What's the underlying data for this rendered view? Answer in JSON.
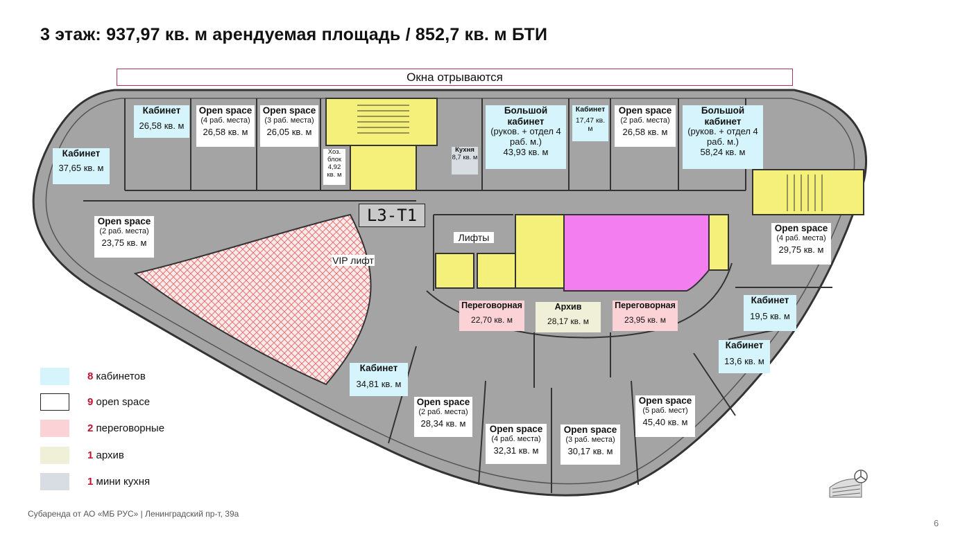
{
  "title": "3 этаж:  937,97 кв. м арендуемая площадь / 852,7 кв. м БТИ",
  "windows_banner": "Окна отрываются",
  "floor_code": "L3-T1",
  "colors": {
    "cabinet": "#d6f4fb",
    "openspace": "#ffffff",
    "meeting": "#fbd3d6",
    "archive": "#f0f0d8",
    "kitchen": "#d8dde4",
    "stairs": "#f4f07a",
    "wc": "#f27ef0",
    "accent": "#c0122e",
    "floor": "#a4a4a4",
    "vip_hatch": "#e57373"
  },
  "rooms": [
    {
      "title": "Кабинет",
      "sub": "",
      "area": "26,58 кв. м"
    },
    {
      "title": "Open space",
      "sub": "(4 раб. места)",
      "area": "26,58 кв. м"
    },
    {
      "title": "Open space",
      "sub": "(3 раб. места)",
      "area": "26,05 кв. м"
    },
    {
      "title": "Большой кабинет",
      "sub": "(руков. + отдел 4 раб. м.)",
      "area": "43,93 кв. м"
    },
    {
      "title": "Кабинет",
      "sub": "",
      "area": "17,47 кв. м"
    },
    {
      "title": "Open space",
      "sub": "(2 раб. места)",
      "area": "26,58 кв. м"
    },
    {
      "title": "Большой кабинет",
      "sub": "(руков. + отдел 4 раб. м.)",
      "area": "58,24 кв. м"
    },
    {
      "title": "Кабинет",
      "sub": "",
      "area": "37,65 кв. м"
    },
    {
      "title": "Open space",
      "sub": "(2 раб. места)",
      "area": "23,75 кв. м"
    },
    {
      "title": "Open space",
      "sub": "(4 раб. места)",
      "area": "29,75 кв. м"
    },
    {
      "title": "Переговорная",
      "sub": "",
      "area": "22,70 кв. м"
    },
    {
      "title": "Архив",
      "sub": "",
      "area": "28,17 кв. м"
    },
    {
      "title": "Переговорная",
      "sub": "",
      "area": "23,95 кв. м"
    },
    {
      "title": "Кабинет",
      "sub": "",
      "area": "19,5 кв. м"
    },
    {
      "title": "Кабинет",
      "sub": "",
      "area": "13,6 кв. м"
    },
    {
      "title": "Кабинет",
      "sub": "",
      "area": "34,81 кв. м"
    },
    {
      "title": "Open space",
      "sub": "(2 раб. места)",
      "area": "28,34 кв. м"
    },
    {
      "title": "Open space",
      "sub": "(4 раб. места)",
      "area": "32,31 кв. м"
    },
    {
      "title": "Open space",
      "sub": "(3 раб. места)",
      "area": "30,17 кв. м"
    },
    {
      "title": "Open space",
      "sub": "(5 раб. мест)",
      "area": "45,40 кв. м"
    },
    {
      "title": "Кухня",
      "sub": "",
      "area": "8,7 кв. м"
    },
    {
      "title": "Хоз. блок",
      "sub": "",
      "area": "4,92 кв. м"
    }
  ],
  "tags": {
    "lifts": "Лифты",
    "vip_lift": "VIP лифт"
  },
  "legend": [
    {
      "count": "8",
      "label": "кабинетов",
      "color": "#d6f4fb"
    },
    {
      "count": "9",
      "label": "open space",
      "color": "#ffffff"
    },
    {
      "count": "2",
      "label": "переговорные",
      "color": "#fbd3d6"
    },
    {
      "count": "1",
      "label": "архив",
      "color": "#f0f0d8"
    },
    {
      "count": "1",
      "label": "мини кухня",
      "color": "#d8dde4"
    }
  ],
  "footer": "Субаренда от АО «МБ РУС» |  Ленинградский пр-т, 39а",
  "page_number": "6"
}
